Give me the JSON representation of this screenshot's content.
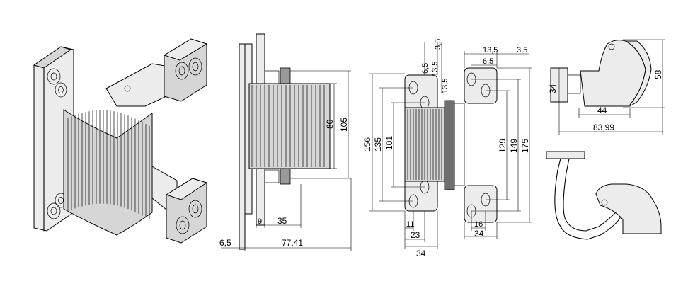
{
  "views": {
    "side": {
      "dimensions": {
        "d105": "105",
        "d80": "80",
        "d9": "9",
        "d35": "35",
        "d6_5": "6,5",
        "d77_41": "77,41"
      }
    },
    "front": {
      "dimensions": {
        "d156": "156",
        "d135": "135",
        "d101": "101",
        "d129": "129",
        "d149": "149",
        "d175": "175",
        "d11": "11",
        "d23": "23",
        "d34_left": "34",
        "d16": "16",
        "d34_right": "34",
        "d6_5": "6,5",
        "d13_5_a": "13,5",
        "d13_5_b": "13,5",
        "d3_5": "3,5",
        "d13_5_top": "13,5",
        "d3_5_top": "3,5",
        "d6_5_top": "6,5"
      }
    },
    "top": {
      "dimensions": {
        "d58": "58",
        "d34": "34",
        "d44": "44",
        "d83_99": "83,99"
      }
    }
  }
}
